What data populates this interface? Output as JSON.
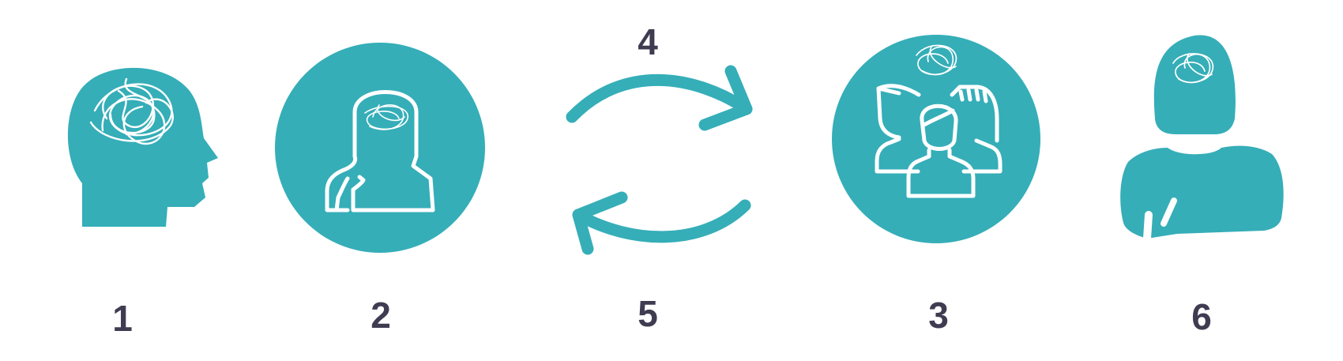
{
  "colors": {
    "teal": "#35aeb8",
    "label": "#3f3c52",
    "line": "#ffffff",
    "background": "#ffffff"
  },
  "icons": {
    "head": "head-with-tangled-thoughts-icon",
    "person": "person-with-tangled-thoughts-icon",
    "arrow_right": "curved-arrow-right-icon",
    "arrow_left": "curved-arrow-left-icon",
    "group": "group-of-people-icon",
    "silhouette": "person-silhouette-icon"
  },
  "steps": {
    "s1": "1",
    "s2": "2",
    "s3": "3",
    "s4": "4",
    "s5": "5",
    "s6": "6"
  }
}
